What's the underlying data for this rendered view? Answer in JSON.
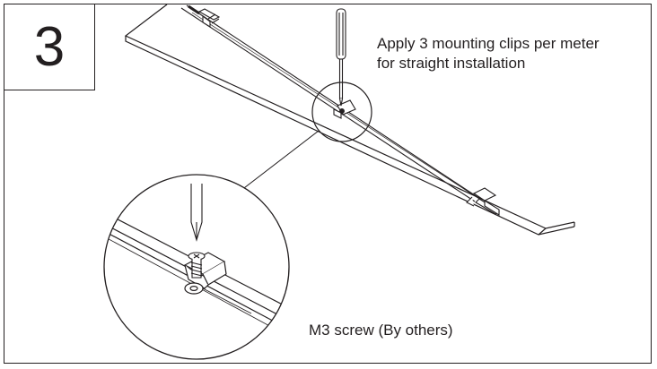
{
  "step": {
    "number": "3"
  },
  "captions": {
    "clips_line1": "Apply 3 mounting clips per meter",
    "clips_line2": "for straight installation",
    "screw": "M3 screw (By others)"
  },
  "colors": {
    "ink": "#231f20",
    "paper": "#ffffff"
  }
}
